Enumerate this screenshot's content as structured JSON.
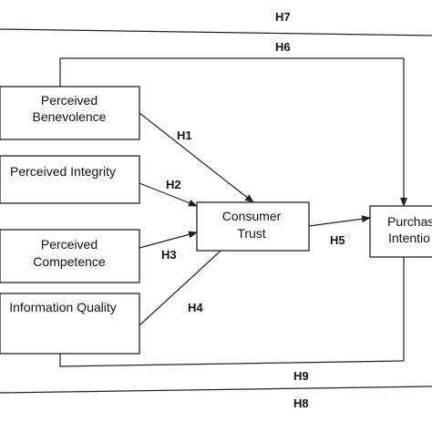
{
  "nodes": {
    "perceived_benevolence": [
      "Perceived",
      "Benevolence"
    ],
    "perceived_integrity": [
      "Perceived Integrity"
    ],
    "perceived_competence": [
      "Perceived",
      "Competence"
    ],
    "information_quality": [
      "Information Quality"
    ],
    "consumer_trust": [
      "Consumer",
      "Trust"
    ],
    "purchase_intention": [
      "Purchas",
      "Intentio"
    ]
  },
  "hypotheses": {
    "h1": "H1",
    "h2": "H2",
    "h3": "H3",
    "h4": "H4",
    "h5": "H5",
    "h6": "H6",
    "h7": "H7",
    "h8": "H8",
    "h9": "H9"
  }
}
